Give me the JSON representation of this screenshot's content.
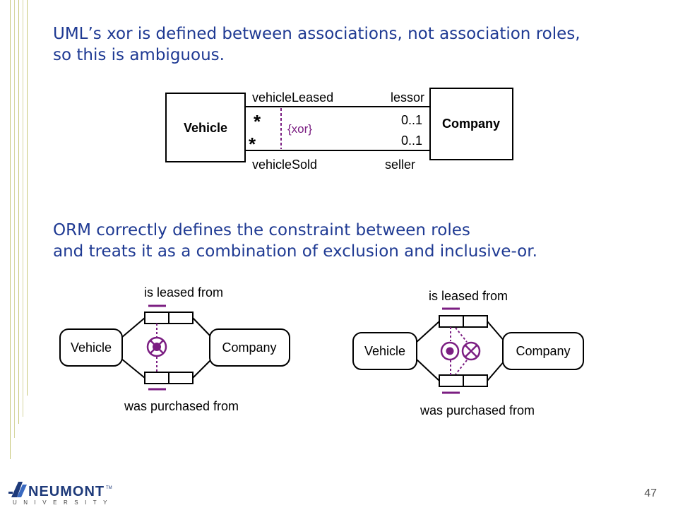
{
  "slide": {
    "heading_top": [
      "UML’s xor is defined between associations, not association roles,",
      "so this is ambiguous."
    ],
    "heading_mid": [
      "ORM correctly defines the constraint between roles",
      "and treats it as a combination of exclusion and inclusive-or."
    ],
    "page_number": "47"
  },
  "uml": {
    "class_left": "Vehicle",
    "class_right": "Company",
    "assoc1_role_left": "vehicleLeased",
    "assoc1_role_right": "lessor",
    "assoc1_mult_left": "*",
    "assoc1_mult_right": "0..1",
    "assoc2_role_left": "vehicleSold",
    "assoc2_role_right": "seller",
    "assoc2_mult_left": "*",
    "assoc2_mult_right": "0..1",
    "constraint": "{xor}"
  },
  "orm_left": {
    "entity_left": "Vehicle",
    "entity_right": "Company",
    "fact_top": "is leased from",
    "fact_bottom": "was purchased from",
    "constraint": "exclusive-or"
  },
  "orm_right": {
    "entity_left": "Vehicle",
    "entity_right": "Company",
    "fact_top": "is leased from",
    "fact_bottom": "was purchased from",
    "constraints": [
      "inclusive-or",
      "exclusion"
    ]
  },
  "logo": {
    "brand": "NEUMONT",
    "sub": "UNIVERSITY",
    "trademark": "TM"
  },
  "colors": {
    "heading": "#1f3a93",
    "constraint": "#7b1e82",
    "stripe": "#c8c87a"
  }
}
